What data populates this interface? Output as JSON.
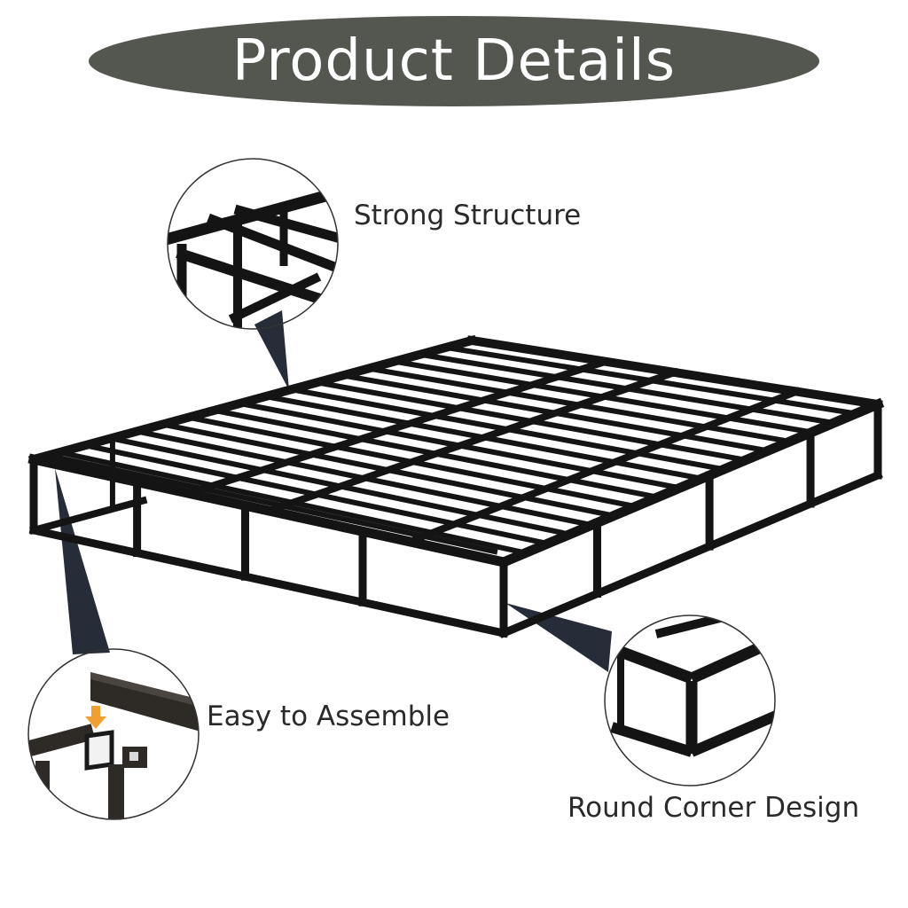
{
  "title": "Product Details",
  "features": [
    {
      "label": "Strong Structure",
      "icon": "strong-structure-detail"
    },
    {
      "label": "Easy to Assemble",
      "icon": "easy-assemble-detail"
    },
    {
      "label": "Round Corner Design",
      "icon": "round-corner-detail"
    }
  ],
  "colors": {
    "title_pill": "#545650",
    "title_text": "#ffffff",
    "frame_steel": "#141414",
    "callout": "#262d38",
    "label_text": "#2a2a2a",
    "arrow": "#f0a030"
  }
}
